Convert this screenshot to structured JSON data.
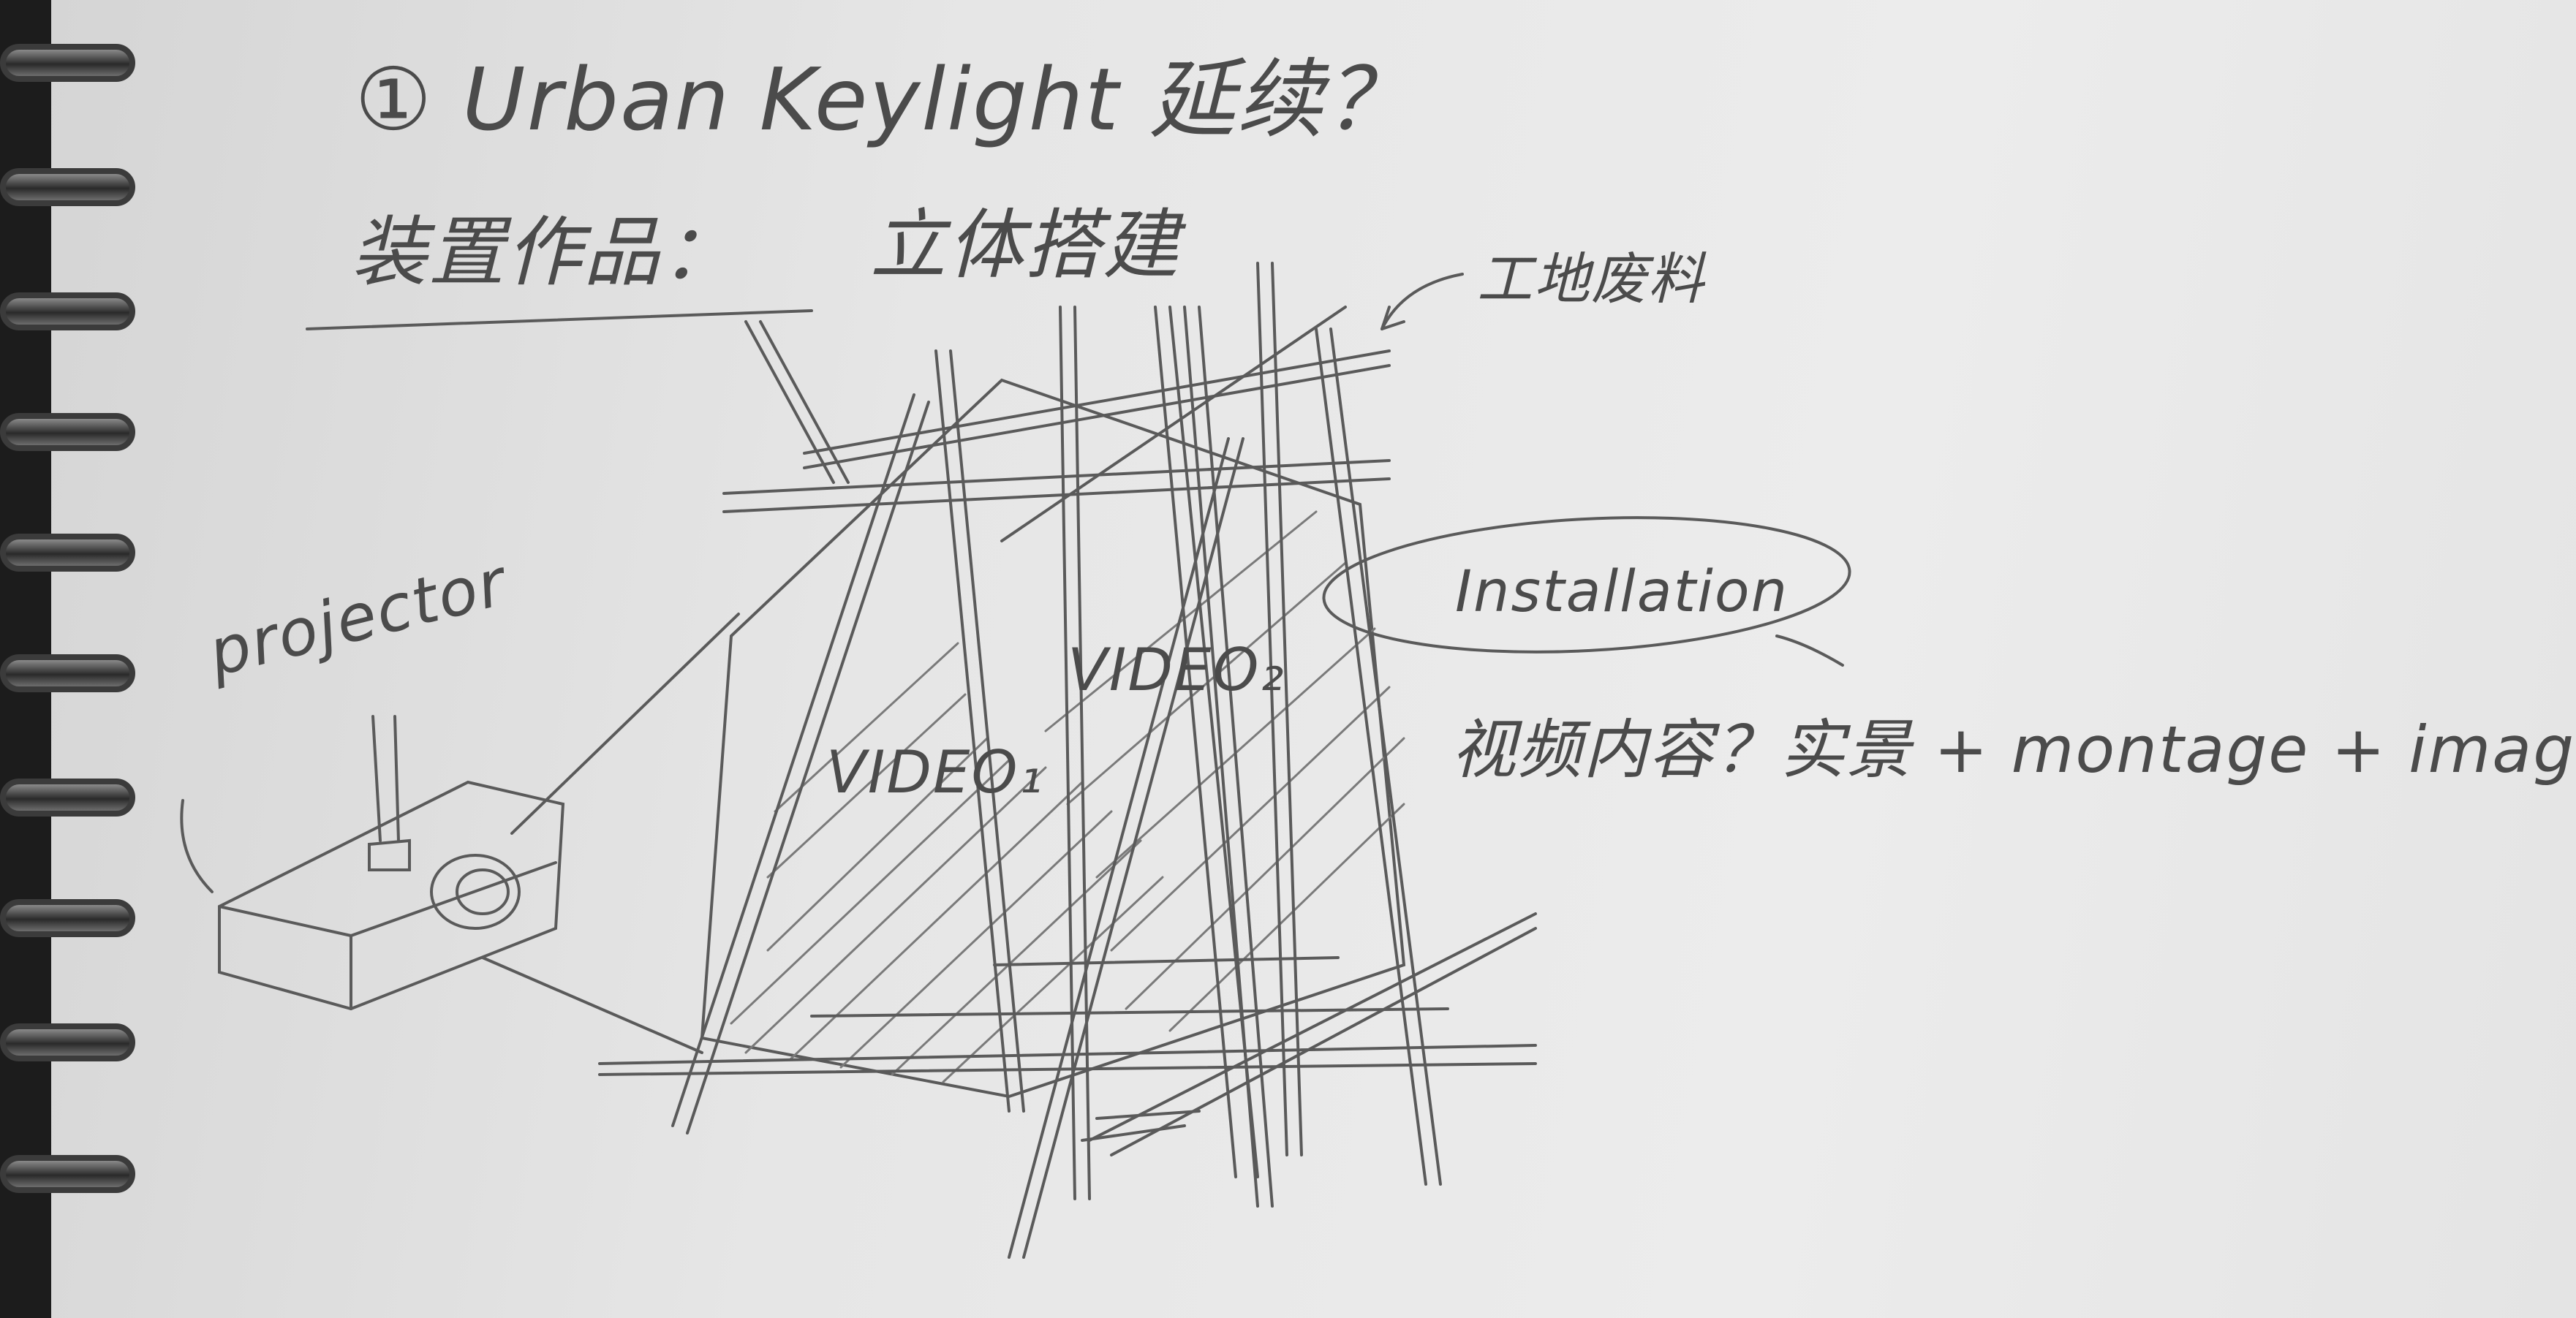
{
  "notes": {
    "line1": "① Urban Keylight 延续？",
    "line2_label": "装置作品：",
    "line2_value": "立体搭建",
    "waste_label": "工地废料",
    "projector_label": "projector",
    "installation_label": "Installation",
    "video_content": "视频内容？实景 + montage + image",
    "video_left": "VIDEO₁",
    "video_right": "VIDEO₂"
  },
  "colors": {
    "paper": "#e6e6e6",
    "pencil": "#4b4b4b",
    "binding": "#1c1c1c"
  }
}
